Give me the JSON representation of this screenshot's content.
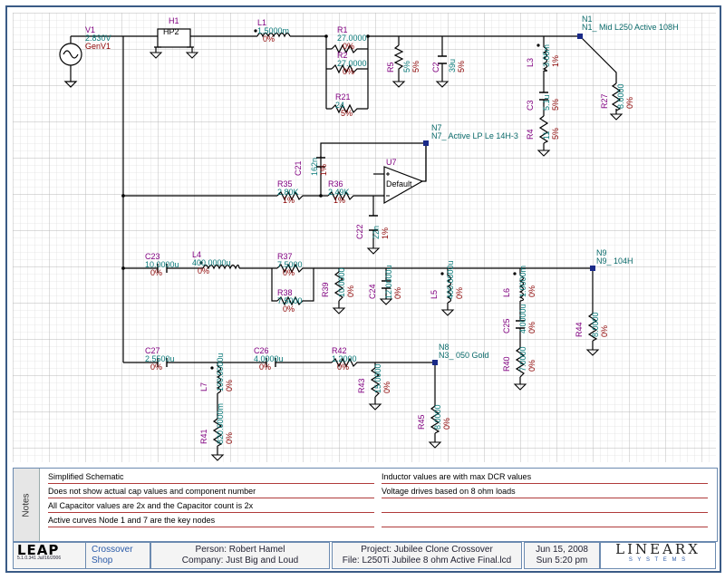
{
  "components": {
    "v1": {
      "name": "V1",
      "value": "2.830V",
      "sub": "GenV1"
    },
    "h1": {
      "name": "H1",
      "body": "HP2"
    },
    "l1": {
      "name": "L1",
      "value": "1.5000m",
      "tol": "0%"
    },
    "r1": {
      "name": "R1",
      "value": "27.0000",
      "tol": "0%"
    },
    "r2": {
      "name": "R2",
      "value": "27.0000",
      "tol": "0%"
    },
    "r21": {
      "name": "R21",
      "value": "24",
      "tol": "5%"
    },
    "r5": {
      "name": "R5",
      "value": "5%",
      "tol": "5%"
    },
    "c2": {
      "name": "C2",
      "value": "39u",
      "tol": "5%"
    },
    "n1": {
      "name": "N1",
      "label": "N1_ Mid L250 Active 108H"
    },
    "l3": {
      "name": "L3",
      "value": "3.05m",
      "tol": "1%"
    },
    "c3": {
      "name": "C3",
      "value": "5.1u",
      "tol": "5%"
    },
    "r4": {
      "name": "R4",
      "value": "11",
      "tol": "5%"
    },
    "r27": {
      "name": "R27",
      "value": "8.0000",
      "tol": "0%"
    },
    "n7": {
      "name": "N7",
      "label": "N7_ Active LP Le 14H-3"
    },
    "u7": {
      "name": "U7",
      "body": "Default"
    },
    "c21": {
      "name": "C21",
      "value": "162n",
      "tol": "1%"
    },
    "r35": {
      "name": "R35",
      "value": "2.80K",
      "tol": "1%"
    },
    "r36": {
      "name": "R36",
      "value": "2.49K",
      "tol": "1%"
    },
    "c22": {
      "name": "C22",
      "value": "22n",
      "tol": "1%"
    },
    "c23": {
      "name": "C23",
      "value": "10.0000u",
      "tol": "0%"
    },
    "l4": {
      "name": "L4",
      "value": "400.0000u",
      "tol": "0%"
    },
    "r37": {
      "name": "R37",
      "value": "7.5000",
      "tol": "0%"
    },
    "r38": {
      "name": "R38",
      "value": "7.5000",
      "tol": "0%"
    },
    "r39": {
      "name": "R39",
      "value": "10.0000",
      "tol": "0%"
    },
    "c24": {
      "name": "C24",
      "value": "12.0000u",
      "tol": "0%"
    },
    "l5": {
      "name": "L5",
      "value": "400.0000u",
      "tol": "0%"
    },
    "l6": {
      "name": "L6",
      "value": "1.0000m",
      "tol": "0%"
    },
    "c25": {
      "name": "C25",
      "value": "4.0000u",
      "tol": "0%"
    },
    "r40": {
      "name": "R40",
      "value": "7.0000",
      "tol": "0%"
    },
    "n9": {
      "name": "N9",
      "label": "N9_ 104H"
    },
    "r44": {
      "name": "R44",
      "value": "8.0000",
      "tol": "0%"
    },
    "c27": {
      "name": "C27",
      "value": "2.5500u",
      "tol": "0%"
    },
    "l7": {
      "name": "L7",
      "value": "100.0000u",
      "tol": "0%"
    },
    "r41": {
      "name": "R41",
      "value": "820.0000m",
      "tol": "0%"
    },
    "c26": {
      "name": "C26",
      "value": "4.0000u",
      "tol": "0%"
    },
    "r42": {
      "name": "R42",
      "value": "1.2000",
      "tol": "0%"
    },
    "r43": {
      "name": "R43",
      "value": "15.0000",
      "tol": "0%"
    },
    "n8": {
      "name": "N8",
      "label": "N3_ 050 Gold"
    },
    "r45": {
      "name": "R45",
      "value": "8.0000",
      "tol": "0%"
    }
  },
  "notes": {
    "tab": "Notes",
    "left": [
      "Simplified Schematic",
      "Does not show actual cap values and component number",
      "All Capacitor values are 2x and the Capacitor count is 2x",
      "Active curves Node 1 and 7 are the key nodes"
    ],
    "right": [
      "Inductor values are with max DCR values",
      "Voltage drives based on 8 ohm loads"
    ]
  },
  "titleblock": {
    "logo": "LEAP",
    "version": "5.1.0.341  Jul/16/2006",
    "crossover": "Crossover",
    "shop": "Shop",
    "person": "Person: Robert Hamel",
    "company": "Company: Just Big and Loud",
    "project": "Project: Jubilee Clone Crossover",
    "file": "File: L250Ti Jubilee 8 ohm Active Final.lcd",
    "date": "Jun 15, 2008",
    "time": "Sun  5:20 pm",
    "brand": "LINEARX",
    "brand_sub": "S Y S T E M S"
  },
  "colors": {
    "wire": "#000000",
    "name": "#800080",
    "value": "#0a7a7a",
    "tol": "#8b0000",
    "node": "#0a6a6a",
    "grid": "#c8c8c8"
  }
}
